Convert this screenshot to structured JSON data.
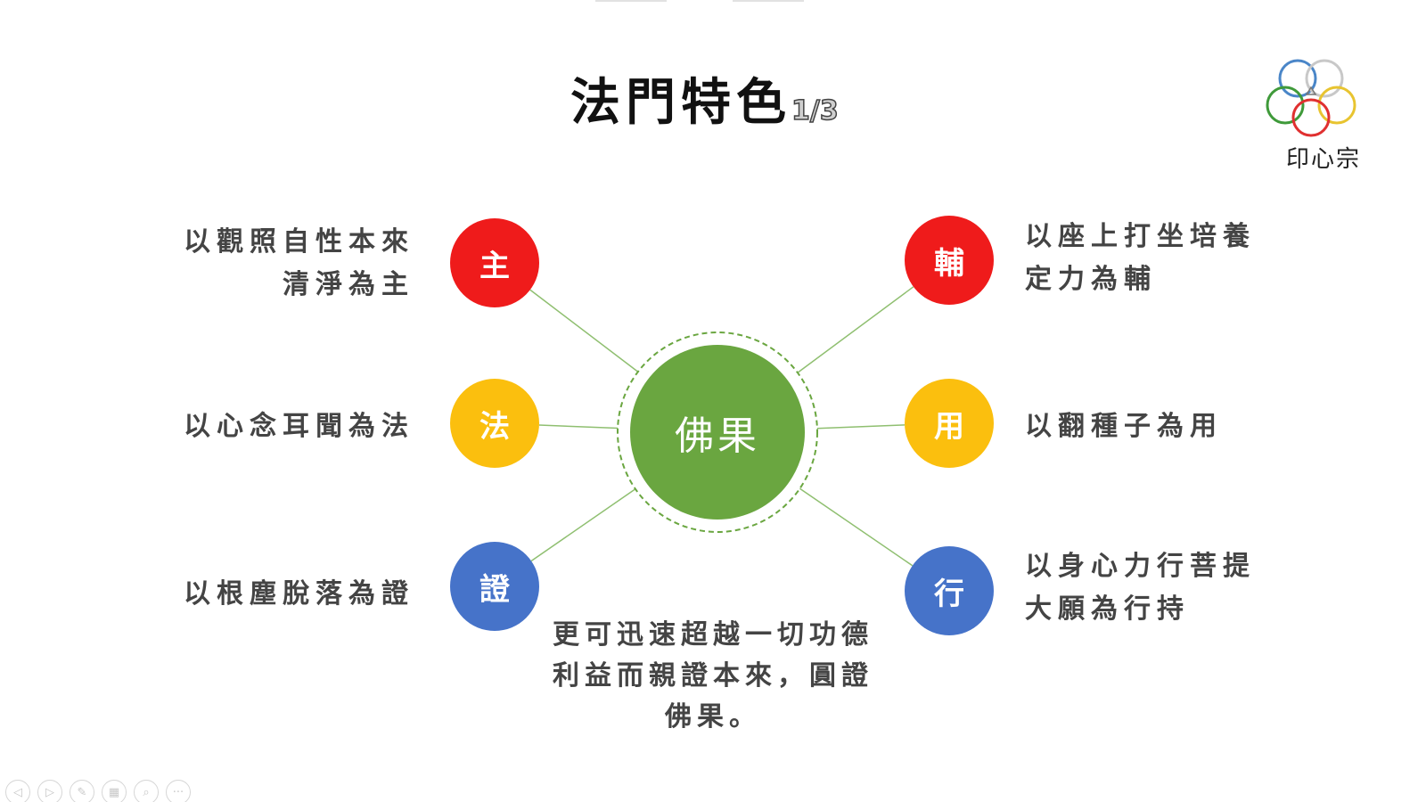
{
  "slide": {
    "title": "法門特色",
    "title_suffix": "1/3"
  },
  "logo": {
    "text": "印心宗",
    "icon": "five-rings-logo"
  },
  "center": {
    "label": "佛果",
    "color": "#6aa640"
  },
  "nodes": [
    {
      "id": "zhu",
      "label": "主",
      "color": "#ef1b1b",
      "desc": [
        "以觀照自性本來",
        "清淨為主"
      ],
      "side": "left"
    },
    {
      "id": "fa",
      "label": "法",
      "color": "#fbbf0e",
      "desc": [
        "以心念耳聞為法"
      ],
      "side": "left"
    },
    {
      "id": "zheng",
      "label": "證",
      "color": "#4673c9",
      "desc": [
        "以根塵脫落為證"
      ],
      "side": "left"
    },
    {
      "id": "fu",
      "label": "輔",
      "color": "#ef1b1b",
      "desc": [
        "以座上打坐培養",
        "定力為輔"
      ],
      "side": "right"
    },
    {
      "id": "yong",
      "label": "用",
      "color": "#fbbf0e",
      "desc": [
        "以翻種子為用"
      ],
      "side": "right"
    },
    {
      "id": "xing",
      "label": "行",
      "color": "#4673c9",
      "desc": [
        "以身心力行菩提",
        "大願為行持"
      ],
      "side": "right"
    }
  ],
  "bottom": {
    "lines": [
      "更可迅速超越一切功德",
      "利益而親證本來，圓證",
      "佛果。"
    ]
  },
  "controls": [
    {
      "name": "prev-slide-button",
      "icon": "arrow-left-icon",
      "glyph": "◁"
    },
    {
      "name": "next-slide-button",
      "icon": "arrow-right-icon",
      "glyph": "▷"
    },
    {
      "name": "pen-button",
      "icon": "pen-icon",
      "glyph": "✎"
    },
    {
      "name": "slides-overview-button",
      "icon": "grid-icon",
      "glyph": "▦"
    },
    {
      "name": "zoom-button",
      "icon": "magnifier-icon",
      "glyph": "⌕"
    },
    {
      "name": "more-options-button",
      "icon": "more-icon",
      "glyph": "···"
    }
  ],
  "colors": {
    "connector": "#8fbf70",
    "ring_dash": "#6aa640",
    "text": "#444444"
  }
}
